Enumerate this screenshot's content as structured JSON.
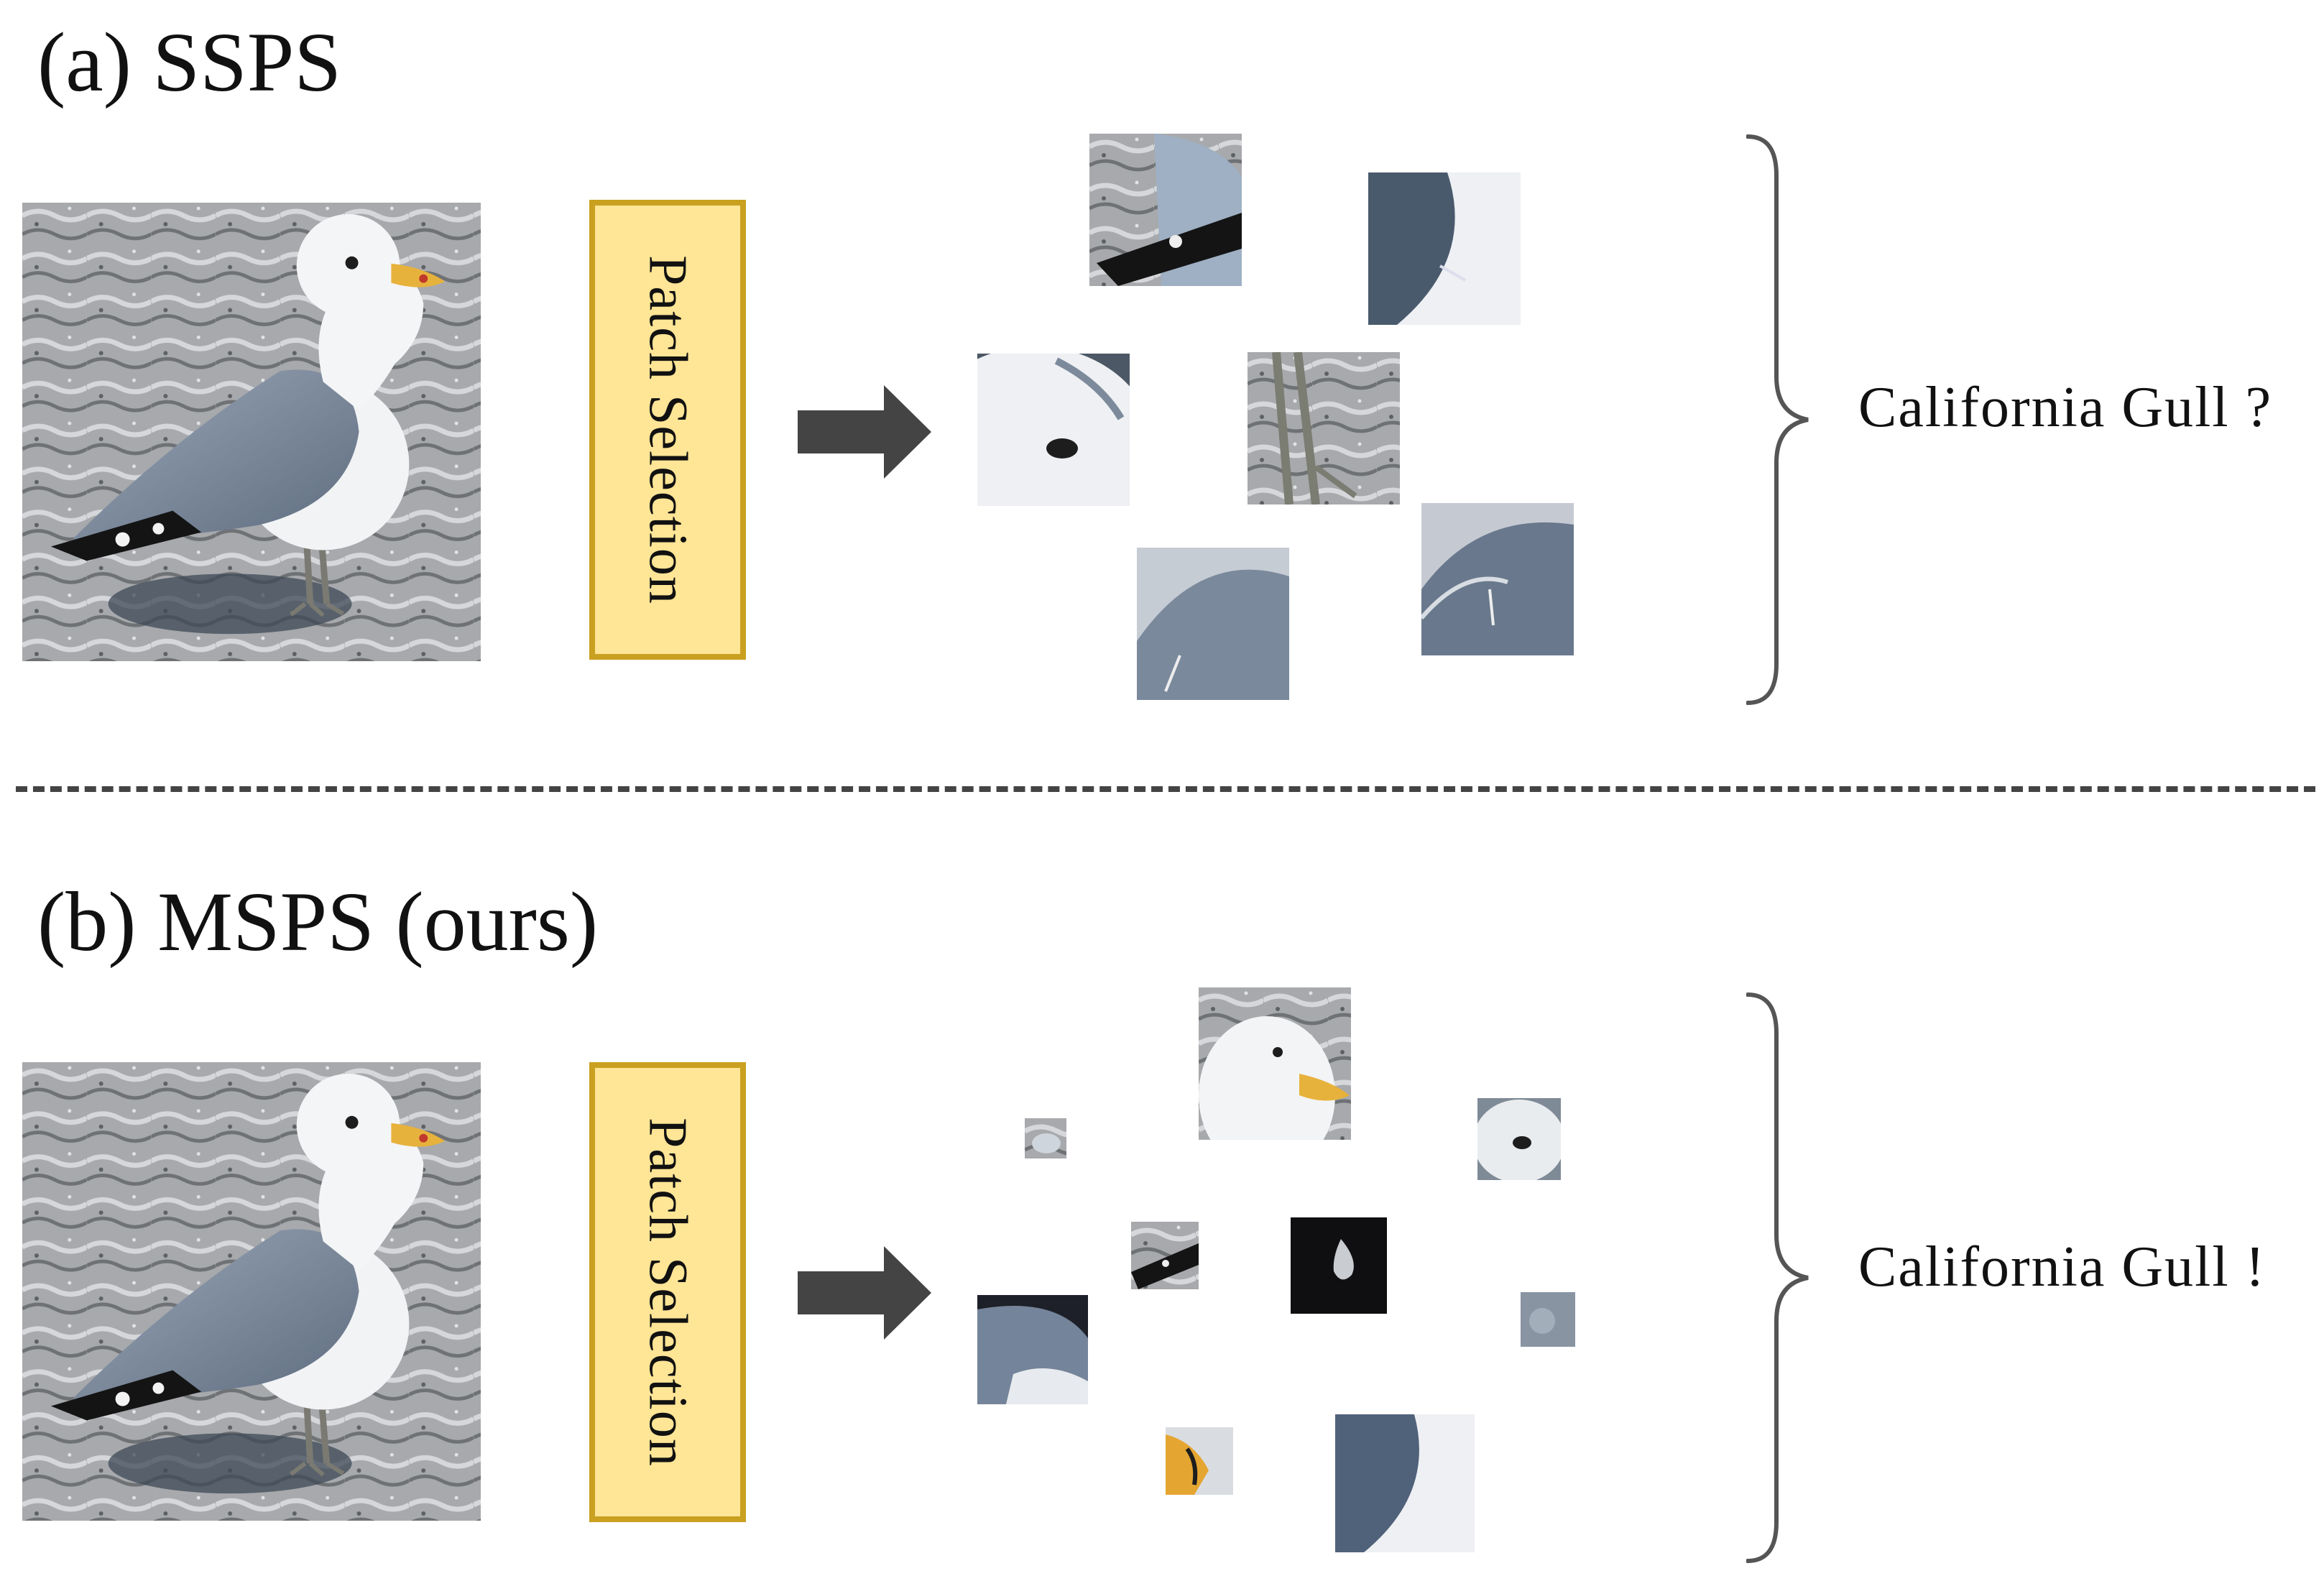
{
  "panel_a": {
    "title": "(a) SSPS",
    "selector_label": "Patch Selection",
    "prediction": "California Gull ?",
    "patch_sizes": "uniform"
  },
  "panel_b": {
    "title": "(b) MSPS (ours)",
    "selector_label": "Patch Selection",
    "prediction": "California Gull !",
    "patch_sizes": "multi-scale"
  },
  "colors": {
    "selector_fill": "#ffe596",
    "selector_border": "#c9a020",
    "arrow": "#444444",
    "divider": "#444444",
    "gull_grey": "#7f8ea3",
    "sand": "#a5a7aa"
  },
  "icons": [
    "gull-photo",
    "right-arrow-icon",
    "right-brace-icon",
    "image-patch"
  ]
}
